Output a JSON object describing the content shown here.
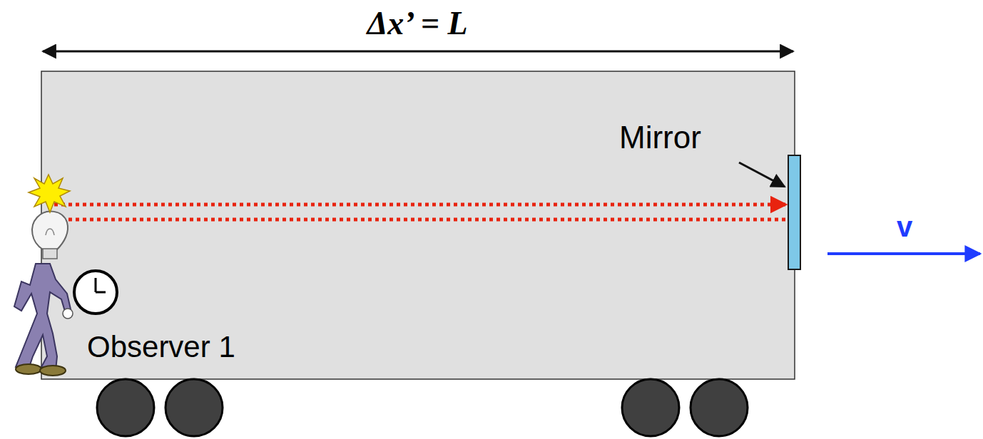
{
  "diagram": {
    "labels": [
      "Δx’ = L",
      "Mirror",
      "Observer 1",
      "v"
    ]
  }
}
